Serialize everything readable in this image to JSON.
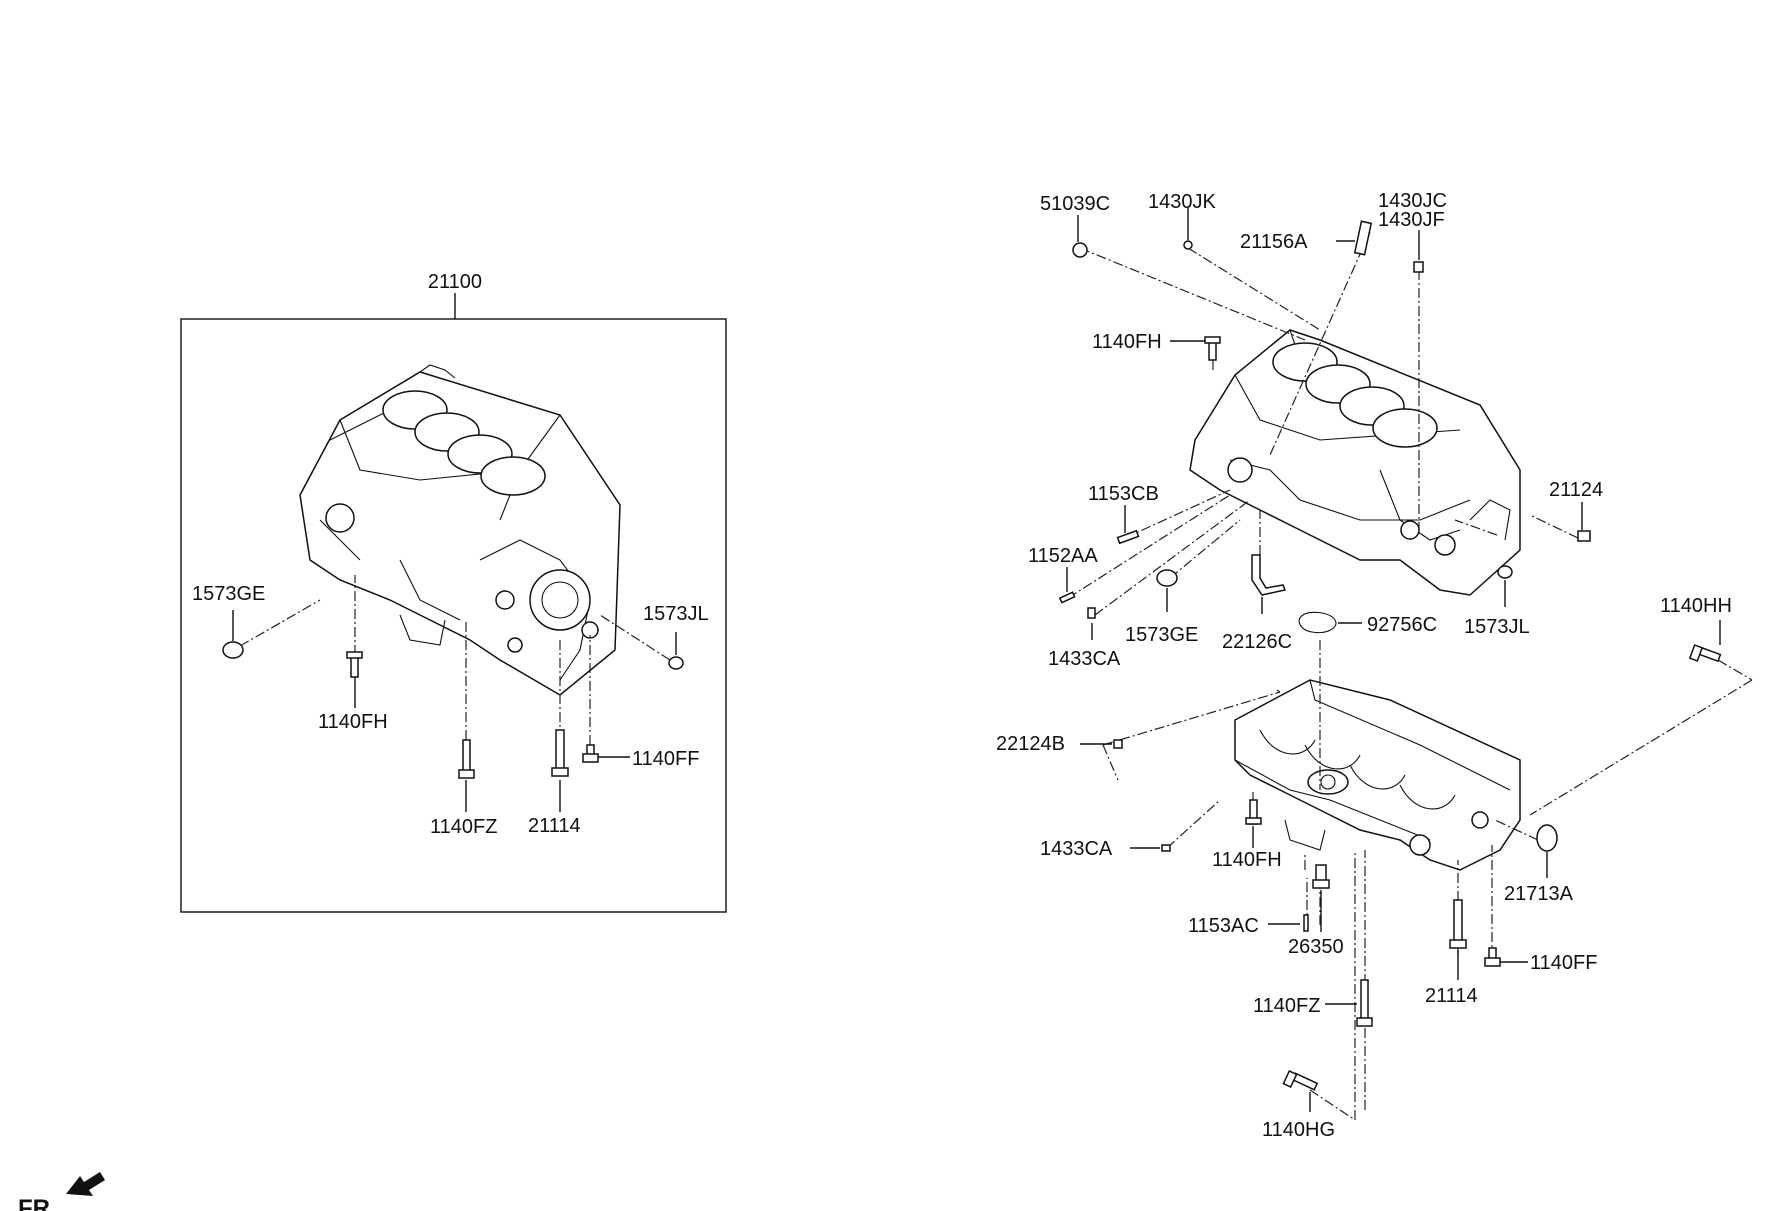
{
  "diagram": {
    "left_group": {
      "assembly_label": "21100",
      "labels": {
        "p1573ge": "1573GE",
        "p1573jl": "1573JL",
        "p1140fh": "1140FH",
        "p1140ff": "1140FF",
        "p1140fz": "1140FZ",
        "p21114": "21114"
      }
    },
    "right_group": {
      "labels": {
        "p51039c": "51039C",
        "p1430jk": "1430JK",
        "p1430jc": "1430JC",
        "p1430jf": "1430JF",
        "p21156a": "21156A",
        "p1140fh_top": "1140FH",
        "p1153cb": "1153CB",
        "p1152aa": "1152AA",
        "p21124": "21124",
        "p1433ca_top": "1433CA",
        "p1573ge": "1573GE",
        "p22126c": "22126C",
        "p92756c": "92756C",
        "p1573jl": "1573JL",
        "p1140hh": "1140HH",
        "p22124b": "22124B",
        "p1433ca_bottom": "1433CA",
        "p1140fh_bottom": "1140FH",
        "p21713a": "21713A",
        "p1153ac": "1153AC",
        "p26350": "26350",
        "p1140ff": "1140FF",
        "p21114": "21114",
        "p1140fz": "1140FZ",
        "p1140hg": "1140HG"
      }
    },
    "direction_label": "FR."
  }
}
